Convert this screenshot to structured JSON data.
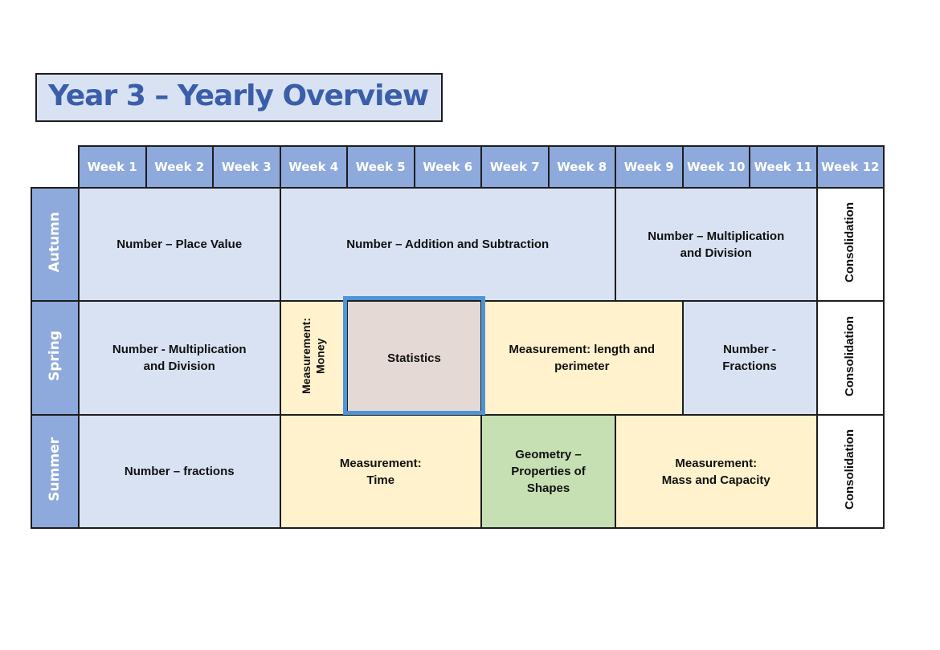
{
  "page": {
    "title": "Year 3 – Yearly Overview"
  },
  "table": {
    "week_headers": [
      "Week 1",
      "Week 2",
      "Week 3",
      "Week 4",
      "Week 5",
      "Week 6",
      "Week 7",
      "Week 8",
      "Week 9",
      "Week 10",
      "Week 11",
      "Week 12"
    ],
    "rows": [
      {
        "season": "Autumn",
        "cells": [
          {
            "label": "Number – Place Value",
            "weeks": 3,
            "bg": "#D9E2F3"
          },
          {
            "label": "Number – Addition and Subtraction",
            "weeks": 5,
            "bg": "#D9E2F3"
          },
          {
            "label": "Number – Multiplication\nand Division",
            "weeks": 3,
            "bg": "#D9E2F3"
          },
          {
            "label": "Consolidation",
            "weeks": 1,
            "bg": "#FFFFFF",
            "rotated": true
          }
        ]
      },
      {
        "season": "Spring",
        "cells": [
          {
            "label": "Number - Multiplication\nand Division",
            "weeks": 3,
            "bg": "#D9E2F3"
          },
          {
            "label": "Measurement:\nMoney",
            "weeks": 1,
            "bg": "#FFF2CC",
            "rotated": true
          },
          {
            "label": "Statistics",
            "weeks": 2,
            "bg": "#E5D9D5",
            "selected": true
          },
          {
            "label": "Measurement: length and\nperimeter",
            "weeks": 3,
            "bg": "#FFF2CC"
          },
          {
            "label": "Number -\nFractions",
            "weeks": 2,
            "bg": "#D9E2F3"
          },
          {
            "label": "Consolidation",
            "weeks": 1,
            "bg": "#FFFFFF",
            "rotated": true
          }
        ]
      },
      {
        "season": "Summer",
        "cells": [
          {
            "label": "Number – fractions",
            "weeks": 3,
            "bg": "#D9E2F3"
          },
          {
            "label": "Measurement:\nTime",
            "weeks": 3,
            "bg": "#FFF2CC"
          },
          {
            "label": "Geometry –\nProperties of\nShapes",
            "weeks": 2,
            "bg": "#C6E0B4"
          },
          {
            "label": "Measurement:\nMass and Capacity",
            "weeks": 3,
            "bg": "#FFF2CC"
          },
          {
            "label": "Consolidation",
            "weeks": 1,
            "bg": "#FFFFFF",
            "rotated": true
          }
        ]
      }
    ]
  },
  "colors": {
    "header_blue": "#8EA9DB",
    "light_blue": "#D9E2F3",
    "yellow": "#FFF2CC",
    "green": "#C6E0B4",
    "pink": "#E5D9D5",
    "selection_blue": "#4F94D6",
    "title_text": "#3A5EA9",
    "title_bg": "#D9E2F3",
    "cell_border": "#1D1D1D"
  }
}
